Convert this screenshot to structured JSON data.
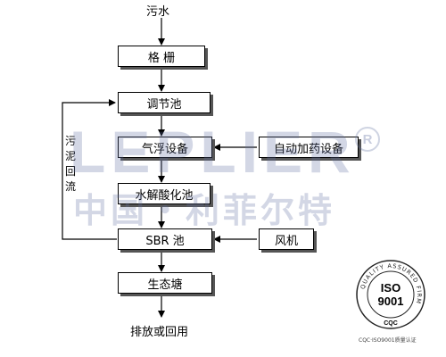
{
  "diagram": {
    "input_label": "污水",
    "output_label": "排放或回用",
    "return_label": "污泥回流",
    "boxes": {
      "grating": "格 栅",
      "regulating_tank": "调节池",
      "air_flotation": "气浮设备",
      "auto_dosing": "自动加药设备",
      "hydrolysis_tank": "水解酸化池",
      "sbr_tank": "SBR 池",
      "blower": "风机",
      "eco_pond": "生态塘"
    }
  },
  "watermark": {
    "brand": "LEPLIER",
    "registered": "R",
    "chinese": "中国・利菲尔特"
  },
  "certification": {
    "ring_text": "QUALITY ASSURED FIRM",
    "iso": "ISO",
    "number": "9001",
    "mark": "CQC",
    "caption": "CQC·ISO9001质量认证"
  },
  "colors": {
    "line": "#000000",
    "box_shadow": "#555555",
    "watermark": "#6070a0"
  }
}
